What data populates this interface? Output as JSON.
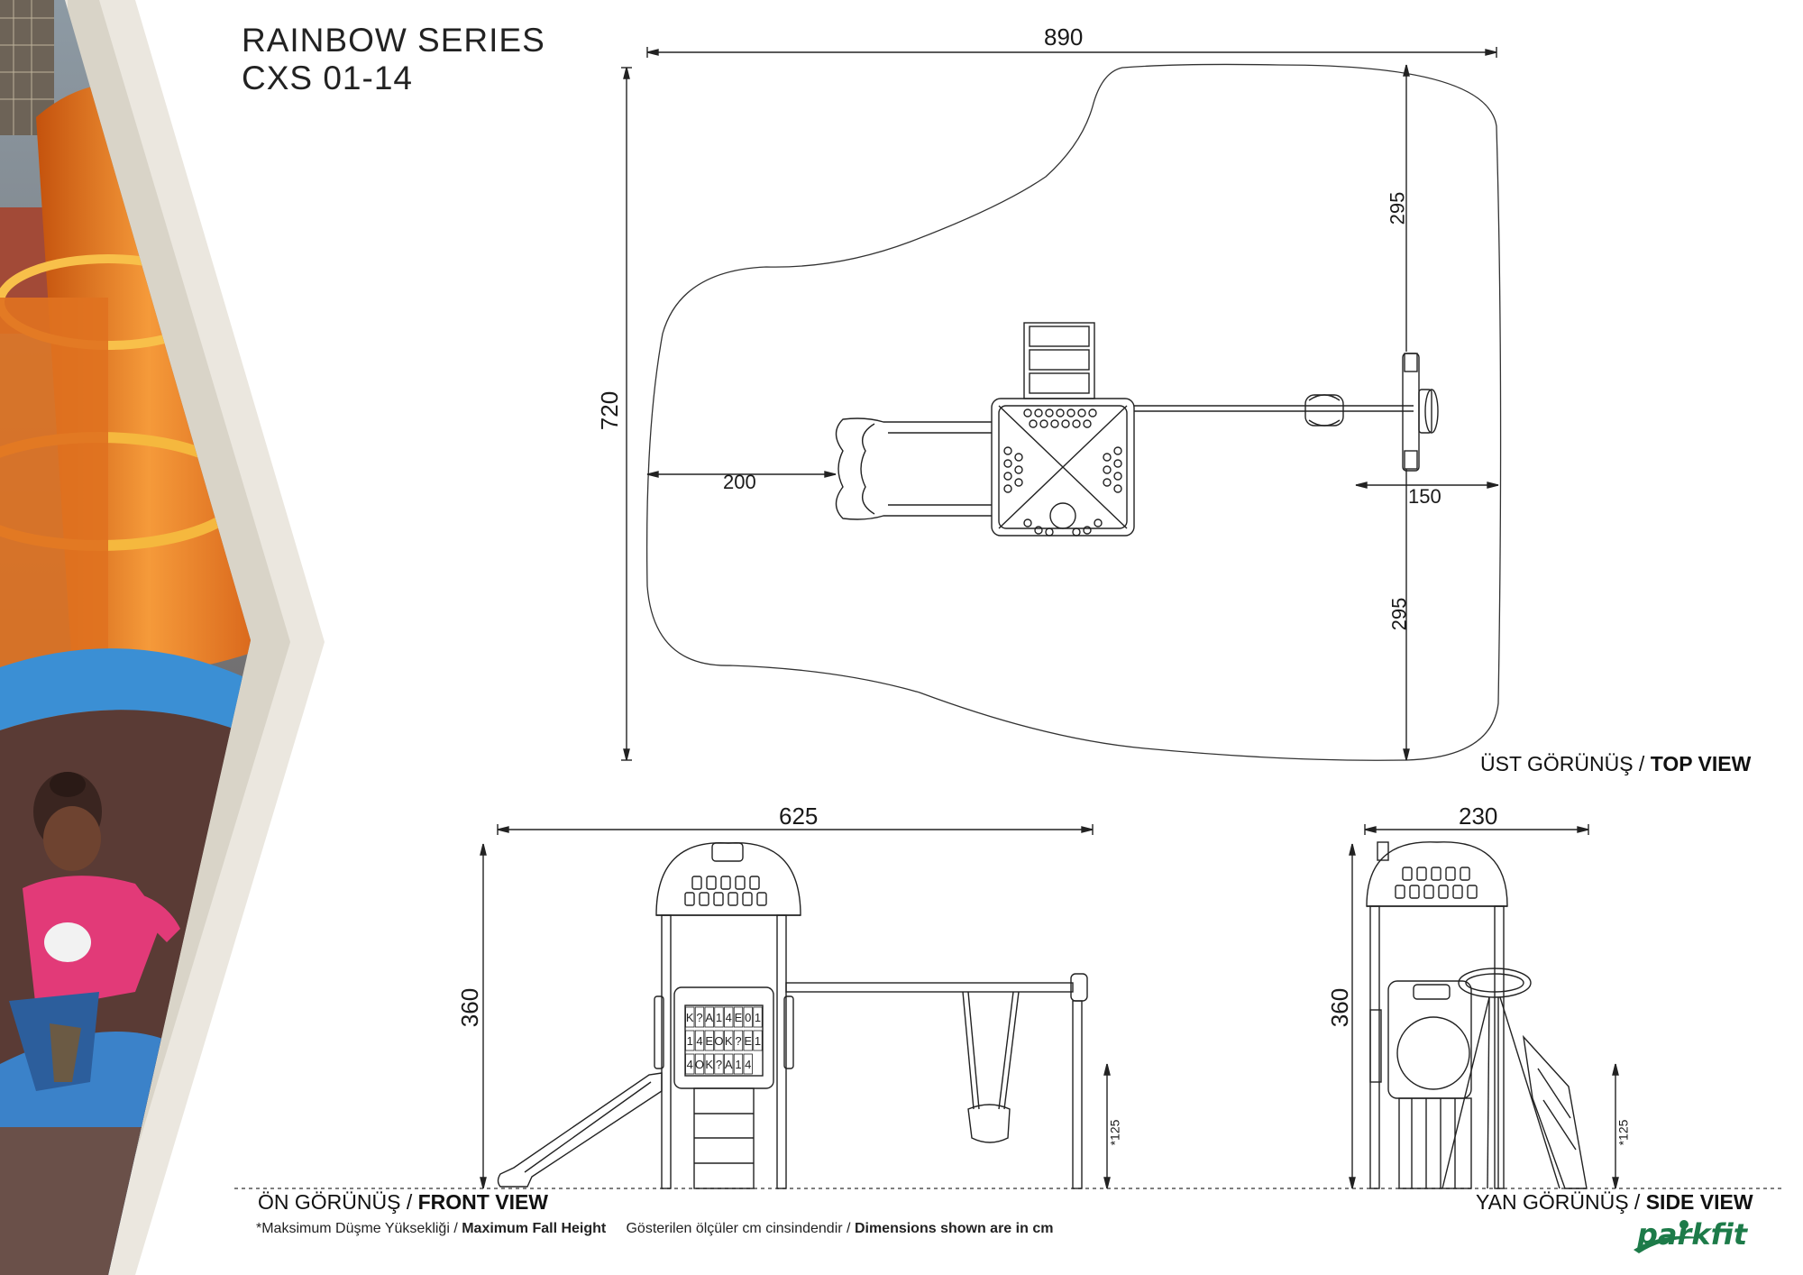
{
  "header": {
    "series": "RAINBOW SERIES",
    "model": "CXS 01-14"
  },
  "top_view": {
    "label_tr": "ÜST GÖRÜNÜŞ /",
    "label_en": "TOP VIEW",
    "dims": {
      "width": "890",
      "depth": "720",
      "left": "200",
      "right": "150",
      "upper": "295",
      "lower": "295"
    }
  },
  "front_view": {
    "label_tr": "ÖN GÖRÜNÜŞ /",
    "label_en": "FRONT VIEW",
    "dims": {
      "width": "625",
      "height": "360",
      "fall": "*125"
    }
  },
  "side_view": {
    "label_tr": "YAN GÖRÜNÜŞ /",
    "label_en": "SIDE VIEW",
    "dims": {
      "width": "230",
      "height": "360",
      "fall": "*125"
    }
  },
  "panel_letters": [
    "K",
    "?",
    "A",
    "1",
    "4",
    "E",
    "0",
    "1",
    "1",
    "4",
    "E",
    "O",
    "K",
    "?",
    "E",
    "1",
    "4",
    "O",
    "K",
    "?",
    "A",
    "1",
    "4"
  ],
  "footer": {
    "fall_tr": "*Maksimum Düşme Yüksekliği /",
    "fall_en": "Maximum Fall Height",
    "dims_tr": "Gösterilen ölçüler cm cinsindendir /",
    "dims_en": "Dimensions shown are in cm"
  },
  "brand": {
    "name": "parkfit",
    "color": "#1d7b49"
  },
  "colors": {
    "slide_orange": "#f07d1e",
    "slide_blue": "#3a8fd0",
    "sidebar_bg": "#e9e5dd",
    "shirt_pink": "#e23a78"
  }
}
